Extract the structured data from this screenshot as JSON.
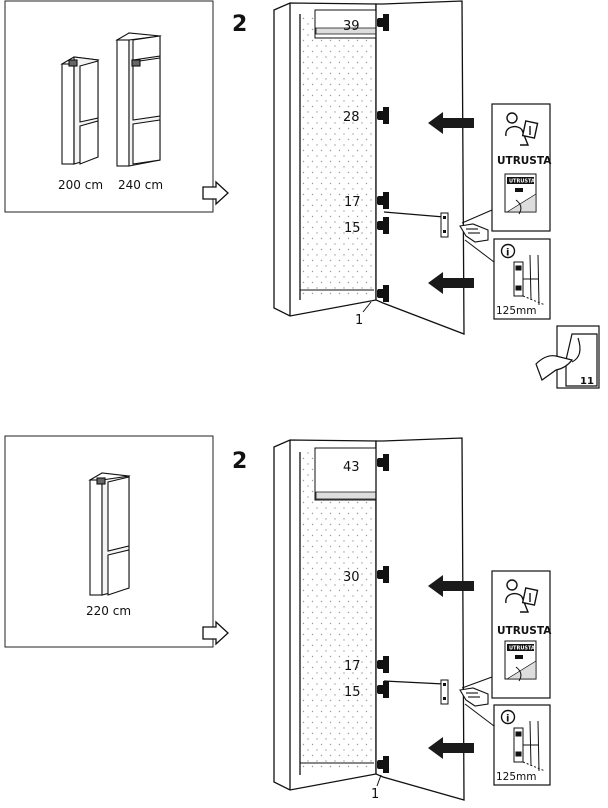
{
  "section_top": {
    "step_number": "2",
    "size_labels": [
      "200 cm",
      "240 cm"
    ],
    "hinge_positions": [
      "39",
      "28",
      "17",
      "15",
      "1"
    ],
    "product_name": "UTRUSTA",
    "product_name_small": "UTRUSTA",
    "info_symbol": "i",
    "measurement": "125mm",
    "page_reference": "11"
  },
  "section_bottom": {
    "step_number": "2",
    "size_labels": [
      "220 cm"
    ],
    "hinge_positions": [
      "43",
      "30",
      "17",
      "15",
      "1"
    ],
    "product_name": "UTRUSTA",
    "product_name_small": "UTRUSTA",
    "info_symbol": "i",
    "measurement": "125mm"
  },
  "icons": [
    "arrow-right-icon",
    "push-arrow-icon",
    "person-reading-manual-icon",
    "hand-pressing-icon",
    "info-icon",
    "page-turn-icon"
  ],
  "colors": {
    "line": "#111111",
    "arrow": "#1a1a1a",
    "stipple": "#9a9a9a"
  }
}
